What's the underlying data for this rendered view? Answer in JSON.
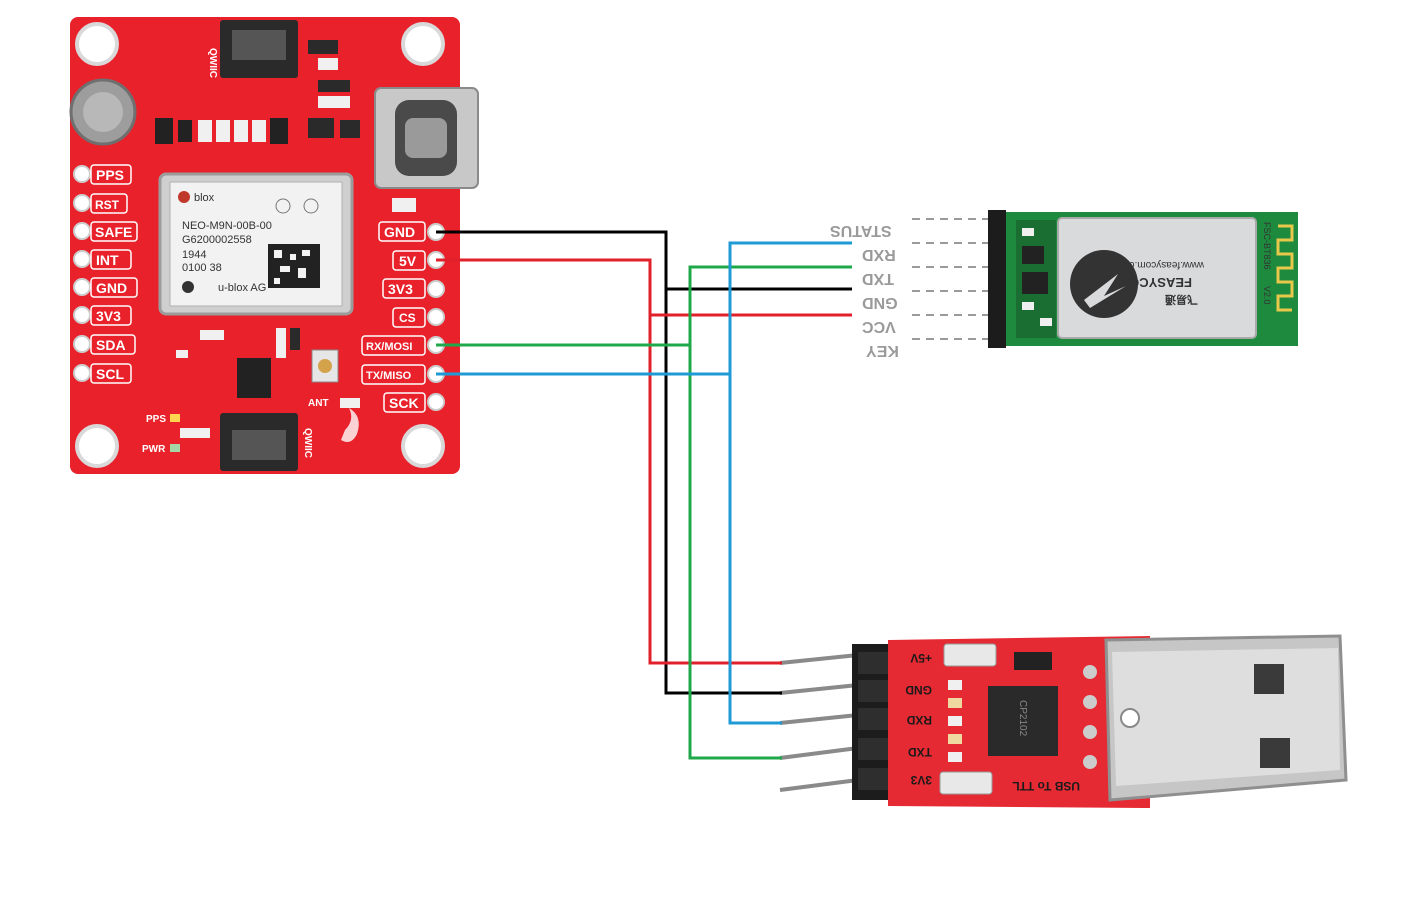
{
  "gps_board": {
    "left_pins": [
      "PPS",
      "RST",
      "SAFE",
      "INT",
      "GND",
      "3V3",
      "SDA",
      "SCL"
    ],
    "right_pins": [
      "GND",
      "5V",
      "3V3",
      "CS",
      "RX/MOSI",
      "TX/MISO",
      "SCK"
    ],
    "qwiic_label": "QWIIC",
    "ant_label": "ANT",
    "led_labels": [
      "PPS",
      "PWR"
    ],
    "module": {
      "brand": "blox",
      "model": "NEO-M9N-00B-00",
      "serial": "G6200002558",
      "code1": "1944",
      "code2": "0100  38",
      "maker": "u-blox AG"
    }
  },
  "bt_module": {
    "pins": [
      "STATUS",
      "RXD",
      "TXD",
      "GND",
      "VCC",
      "KEY"
    ],
    "brand": "FEASYCOM",
    "url": "www.feasycom.com",
    "chinese": "飞易通",
    "model": "FSC-BT836",
    "version": "V2.0"
  },
  "usb_ttl": {
    "pins": [
      "+5V",
      "GND",
      "RXD",
      "TXD",
      "3V3"
    ],
    "title": "USB To TTL",
    "chip": "CP2102"
  },
  "wires": {
    "colors": {
      "black": "#000000",
      "red": "#e0202a",
      "green": "#1fa84a",
      "blue": "#1e9ad6"
    }
  },
  "colors": {
    "board_red": "#e8212b",
    "usb_red": "#e62a33",
    "bt_pcb": "#1d8a3e",
    "bt_shield": "#d9dadc"
  }
}
